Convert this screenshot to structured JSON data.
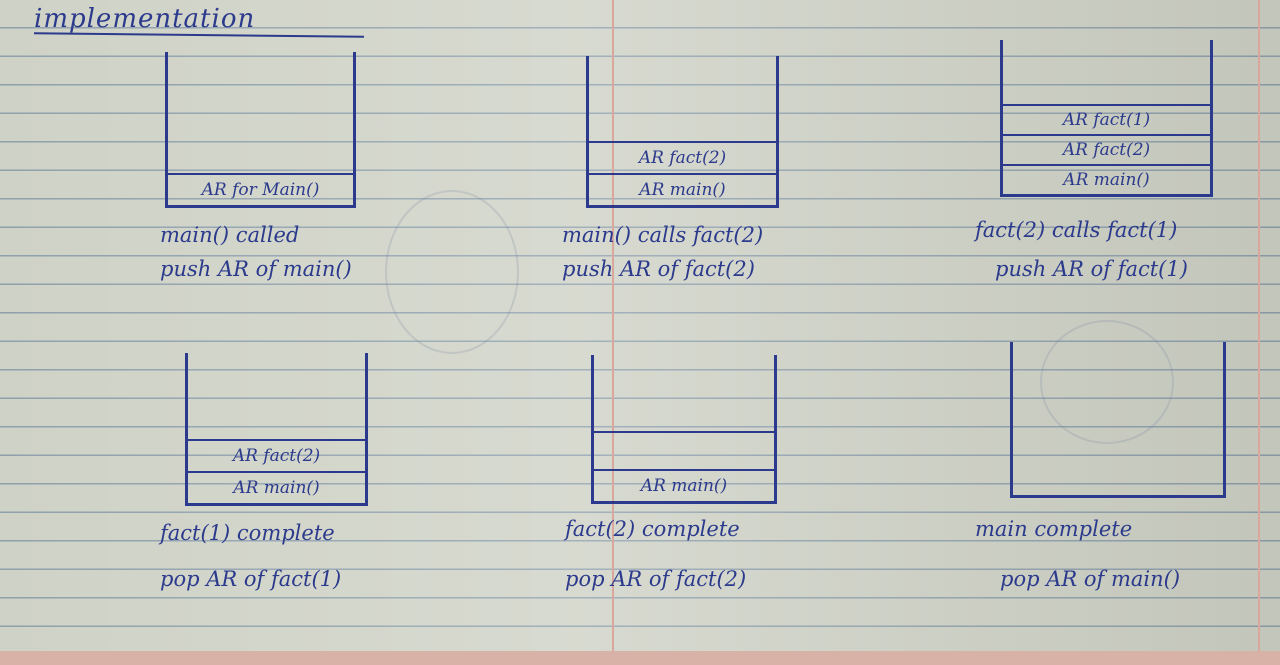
{
  "title": "implementation",
  "panels": [
    {
      "frames": [
        "AR for Main()"
      ],
      "caption": [
        "main() called",
        "push AR of main()"
      ]
    },
    {
      "frames": [
        "AR fact(2)",
        "AR main()"
      ],
      "caption": [
        "main() calls fact(2)",
        "push AR of fact(2)"
      ]
    },
    {
      "frames": [
        "AR fact(1)",
        "AR fact(2)",
        "AR main()"
      ],
      "caption": [
        "fact(2) calls fact(1)",
        "push AR of fact(1)"
      ]
    },
    {
      "frames": [
        "AR fact(2)",
        "AR main()"
      ],
      "caption": [
        "fact(1) complete",
        "pop AR of fact(1)"
      ]
    },
    {
      "frames": [
        "",
        "AR main()"
      ],
      "caption": [
        "fact(2) complete",
        "pop AR of fact(2)"
      ]
    },
    {
      "frames": [],
      "caption": [
        "main complete",
        "pop AR of main()"
      ]
    }
  ],
  "colors": {
    "ink": "#2b3a8c",
    "paper": "#cfd2c6",
    "ruling": "#8fa0ad",
    "margin": "#d9a79c"
  }
}
